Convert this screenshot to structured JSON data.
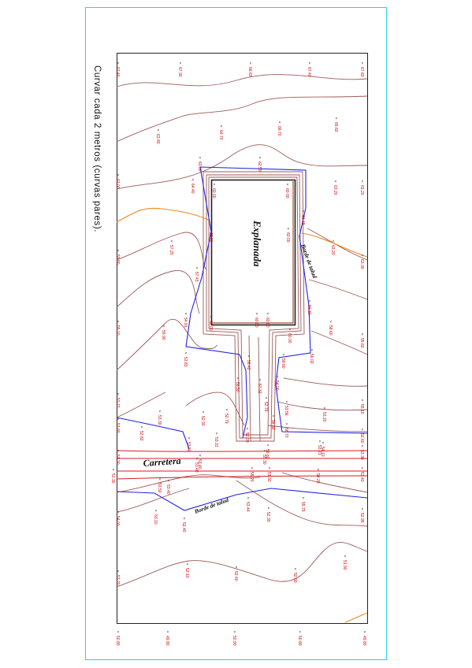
{
  "title_note": "Curvar cada 2 metros (curvas pares).",
  "labels": {
    "explanada": "Explanada",
    "carretera": "Carretera",
    "borde_talud_1": "Borde de talud",
    "borde_talud_2": "Borde de talud"
  },
  "colors": {
    "frame": "#22d3ee",
    "contour": "#9c5a5a",
    "contour_orange": "#f08a1c",
    "boundary_blue": "#2323e6",
    "platform": "#222222",
    "platform_brown": "#a0522d",
    "road_red": "#d81e1e",
    "spot_text": "#d00000"
  },
  "spot_heights": [
    {
      "id": "t1",
      "text": "67.40"
    },
    {
      "id": "t2",
      "text": "67.30"
    },
    {
      "id": "t3",
      "text": "66.60"
    },
    {
      "id": "t4",
      "text": "67.40"
    },
    {
      "id": "t5",
      "text": "67.60"
    },
    {
      "id": "r1",
      "text": "63.80"
    },
    {
      "id": "r2",
      "text": "64.70"
    },
    {
      "id": "r3",
      "text": "66.70"
    },
    {
      "id": "r4",
      "text": "65.60"
    },
    {
      "id": "r5",
      "text": "62.00"
    },
    {
      "id": "r6",
      "text": "63.00"
    },
    {
      "id": "r7",
      "text": "62.50"
    },
    {
      "id": "r8",
      "text": "64.40"
    },
    {
      "id": "r9",
      "text": "63.20"
    },
    {
      "id": "r10",
      "text": "63.20"
    },
    {
      "id": "r11",
      "text": "60.00"
    },
    {
      "id": "r12",
      "text": "60.00"
    },
    {
      "id": "r13",
      "text": "61.48"
    },
    {
      "id": "r14",
      "text": "60.00"
    },
    {
      "id": "r15",
      "text": "60.00"
    },
    {
      "id": "r16",
      "text": "59.80"
    },
    {
      "id": "r17",
      "text": "57.20"
    },
    {
      "id": "r18",
      "text": "63.20"
    },
    {
      "id": "r19",
      "text": "63.30"
    },
    {
      "id": "r20",
      "text": "57.43"
    },
    {
      "id": "r21",
      "text": "56.30"
    },
    {
      "id": "r22",
      "text": "55.10"
    },
    {
      "id": "r23",
      "text": "54.91"
    },
    {
      "id": "r24",
      "text": "55.90"
    },
    {
      "id": "r25",
      "text": "60.00"
    },
    {
      "id": "r26",
      "text": "60.00"
    },
    {
      "id": "r27",
      "text": "60.00"
    },
    {
      "id": "r28",
      "text": "58.60"
    },
    {
      "id": "r29",
      "text": "55.60"
    },
    {
      "id": "r30",
      "text": "60.00"
    },
    {
      "id": "r31",
      "text": "59.02"
    },
    {
      "id": "r32",
      "text": "53.83"
    },
    {
      "id": "r33",
      "text": "58.42"
    },
    {
      "id": "r34",
      "text": "58.60"
    },
    {
      "id": "r35",
      "text": "57.32"
    },
    {
      "id": "r36",
      "text": "54.00"
    },
    {
      "id": "r37",
      "text": "58.50"
    },
    {
      "id": "r38",
      "text": "53.72"
    },
    {
      "id": "r39",
      "text": "52.76"
    },
    {
      "id": "r40",
      "text": "53.56"
    },
    {
      "id": "r41",
      "text": "53.20"
    },
    {
      "id": "r42",
      "text": "55.10"
    },
    {
      "id": "r43",
      "text": "53.30"
    },
    {
      "id": "r44",
      "text": "52.30"
    },
    {
      "id": "r45",
      "text": "52.79"
    },
    {
      "id": "r46",
      "text": "56.32"
    },
    {
      "id": "r47",
      "text": "56.70"
    },
    {
      "id": "r48",
      "text": "53.80"
    },
    {
      "id": "r49",
      "text": "52.82"
    },
    {
      "id": "r50",
      "text": "53.31"
    },
    {
      "id": "r51",
      "text": "52.70"
    },
    {
      "id": "r52",
      "text": "56.60"
    },
    {
      "id": "r53",
      "text": "52.60"
    },
    {
      "id": "r54",
      "text": "53.89"
    },
    {
      "id": "r55",
      "text": "55.30"
    },
    {
      "id": "r56",
      "text": "53.21"
    },
    {
      "id": "r57",
      "text": "54.10"
    },
    {
      "id": "r58",
      "text": "53.30"
    },
    {
      "id": "r59",
      "text": "51.30"
    },
    {
      "id": "r60",
      "text": "53.40"
    },
    {
      "id": "r61",
      "text": "55.20"
    },
    {
      "id": "r62",
      "text": "54.20"
    },
    {
      "id": "r63",
      "text": "51.30"
    },
    {
      "id": "r64",
      "text": "53.40"
    },
    {
      "id": "r65",
      "text": "53.30"
    },
    {
      "id": "r66",
      "text": "53.40"
    },
    {
      "id": "r67",
      "text": "53.50"
    },
    {
      "id": "r68",
      "text": "53.40"
    },
    {
      "id": "r69",
      "text": "53.44"
    },
    {
      "id": "r70",
      "text": "55.75"
    },
    {
      "id": "r71",
      "text": "54.00"
    },
    {
      "id": "r72",
      "text": "53.10"
    },
    {
      "id": "r73",
      "text": "52.40"
    },
    {
      "id": "r74",
      "text": "52.30"
    },
    {
      "id": "r75",
      "text": "52.95"
    },
    {
      "id": "r76",
      "text": "51.90"
    },
    {
      "id": "r77",
      "text": "53.20"
    },
    {
      "id": "r78",
      "text": "52.10"
    },
    {
      "id": "r79",
      "text": "52.40"
    },
    {
      "id": "r80",
      "text": "52.60"
    },
    {
      "id": "b1",
      "text": "50.80"
    },
    {
      "id": "b2",
      "text": "49.80"
    },
    {
      "id": "b3",
      "text": "50.90"
    },
    {
      "id": "b4",
      "text": "50.80"
    },
    {
      "id": "b5",
      "text": "49.80"
    }
  ]
}
